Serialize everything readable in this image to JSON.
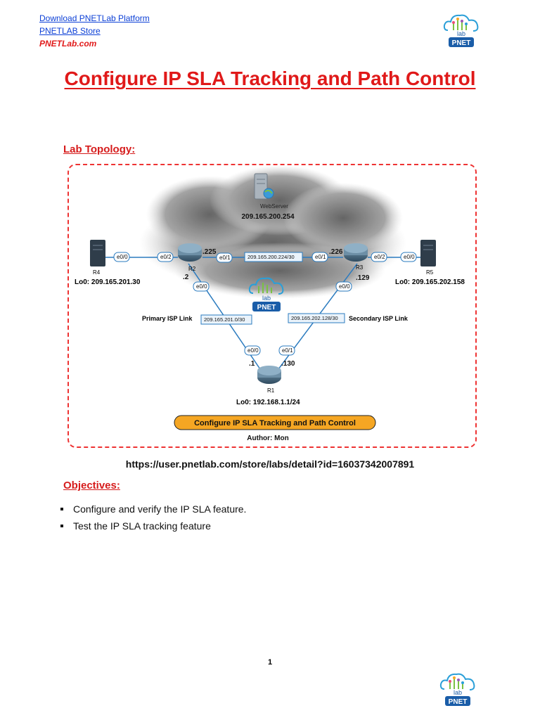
{
  "header": {
    "download_link": "Download PNETLab Platform",
    "store_link": "PNETLAB Store",
    "site_link": "PNETLab.com"
  },
  "logo": {
    "word": "PNET",
    "sub": "lab"
  },
  "title": "Configure IP SLA Tracking and Path Control",
  "topology_heading": "Lab Topology:",
  "diagram": {
    "webserver_label": "WebServer",
    "webserver_ip": "209.165.200.254",
    "r4_label": "R4",
    "r4_lo": "Lo0: 209.165.201.30",
    "r2_label": "R2",
    "r3_label": "R3",
    "r5_label": "R5",
    "r5_lo": "Lo0: 209.165.202.158",
    "r1_label": "R1",
    "r1_lo": "Lo0: 192.168.1.1/24",
    "r4_e00": "e0/0",
    "r2_e02": "e0/2",
    "r2_e01": "e0/1",
    "r3_e01": "e0/1",
    "r3_e02": "e0/2",
    "r5_e00": "e0/0",
    "r2_e00": "e0/0",
    "r3_e00": "e0/0",
    "r1_e00": "e0/0",
    "r1_e01": "e0/1",
    "r2_225": ".225",
    "r3_226": ".226",
    "r2_2": ".2",
    "r3_129": ".129",
    "r1_1": ".1",
    "r1_130": ".130",
    "net_r2r3": "209.165.200.224/30",
    "net_primary": "209.165.201.0/30",
    "net_secondary": "209.165.202.128/30",
    "primary_link": "Primary ISP Link",
    "secondary_link": "Secondary ISP Link",
    "banner": "Configure IP SLA Tracking and Path Control",
    "author": "Author: Mon"
  },
  "url": "https://user.pnetlab.com/store/labs/detail?id=16037342007891",
  "objectives_heading": "Objectives:",
  "objectives": [
    "Configure and verify the IP SLA feature.",
    "Test the IP SLA tracking feature"
  ],
  "page_number": "1",
  "colors": {
    "accent": "#e01919",
    "link": "#0b3fd6",
    "banner": "#f5a623",
    "iface": "#2b7bbf"
  }
}
